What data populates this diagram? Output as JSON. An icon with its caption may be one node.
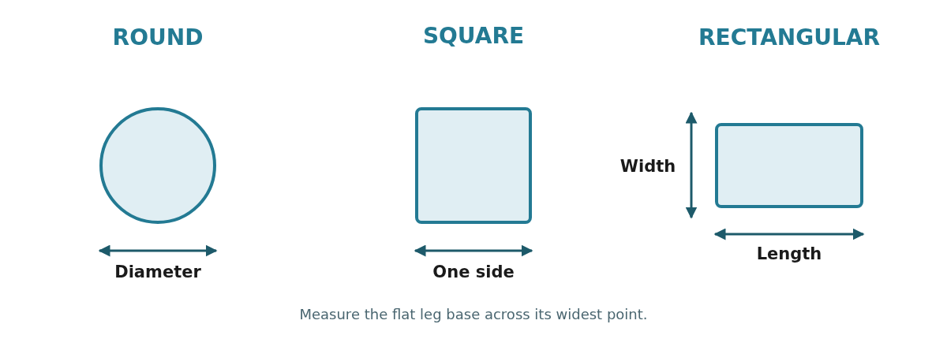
{
  "diagram": {
    "caption": "Measure the flat leg base across its widest point.",
    "nodes": [
      {
        "text": [
          "ROUND"
        ],
        "beside": [
          "Diameter"
        ]
      },
      {
        "text": [
          "SQUARE"
        ],
        "beside": [
          "One side"
        ]
      },
      {
        "text": [
          "RECTANGULAR"
        ],
        "beside": [
          "Width",
          "Length"
        ]
      }
    ]
  }
}
